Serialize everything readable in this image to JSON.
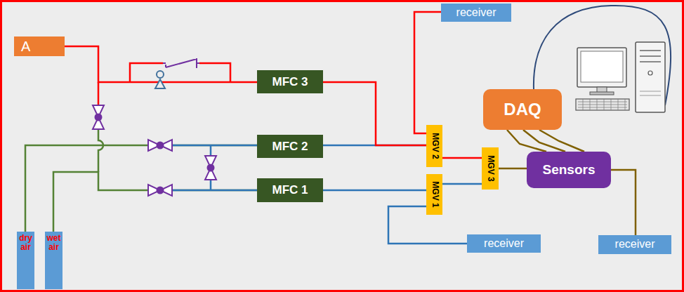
{
  "diagram": {
    "nodes": [
      {
        "text": [
          "A"
        ]
      },
      {
        "text": [
          "receiver"
        ]
      },
      {
        "text": [
          "MFC 3"
        ]
      },
      {
        "text": [
          "DAQ"
        ]
      },
      {
        "text": [
          "MFC 2"
        ]
      },
      {
        "text": [
          "MGV 2"
        ]
      },
      {
        "text": [
          "MGV 3"
        ]
      },
      {
        "text": [
          "Sensors"
        ]
      },
      {
        "text": [
          "MFC 1"
        ]
      },
      {
        "text": [
          "MGV 1"
        ]
      },
      {
        "text": [
          "dry air"
        ]
      },
      {
        "text": [
          "wet air"
        ]
      },
      {
        "text": [
          "receiver"
        ]
      },
      {
        "text": [
          "receiver"
        ]
      }
    ],
    "edges": [
      {
        "from": 0,
        "to": 2,
        "arrow": "none"
      },
      {
        "from": 1,
        "to": 5,
        "arrow": "none"
      },
      {
        "from": 4,
        "to": 5,
        "arrow": "none"
      },
      {
        "from": 2,
        "to": 5,
        "arrow": "none"
      },
      {
        "from": 5,
        "to": 6,
        "arrow": "none"
      },
      {
        "from": 8,
        "to": 9,
        "arrow": "none"
      },
      {
        "from": 9,
        "to": 6,
        "arrow": "none"
      },
      {
        "from": 9,
        "to": 12,
        "arrow": "none"
      },
      {
        "from": 6,
        "to": 7,
        "arrow": "none"
      },
      {
        "from": 7,
        "to": 13,
        "arrow": "none"
      },
      {
        "from": 3,
        "to": 7,
        "arrow": "none"
      },
      {
        "from": 3,
        "to": 7,
        "arrow": "none"
      },
      {
        "from": 3,
        "to": 7,
        "arrow": "none"
      },
      {
        "from": 10,
        "to": 4,
        "arrow": "none"
      },
      {
        "from": 11,
        "to": 8,
        "arrow": "none"
      }
    ]
  }
}
